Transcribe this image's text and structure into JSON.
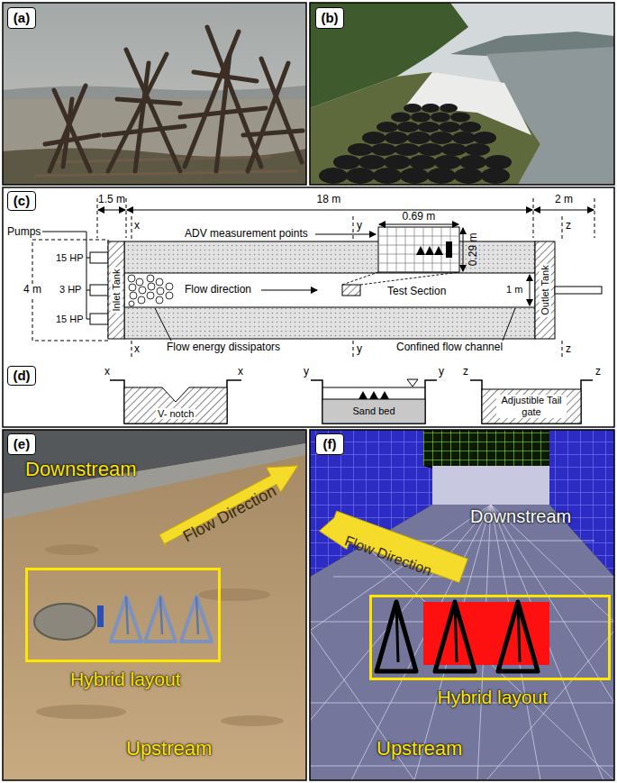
{
  "diagram": {
    "nodes": [
      {
        "text": [
          "(a)"
        ]
      },
      {
        "text": [
          "(b)"
        ]
      },
      {
        "text": [
          "(c)"
        ]
      },
      {
        "text": [
          "Inlet Tank"
        ]
      },
      {
        "text": [
          "Flow direction",
          "Test Section"
        ]
      },
      {
        "text": [
          "Outlet Tank"
        ]
      },
      {
        "text": [
          "(d)"
        ]
      },
      {
        "text": [
          "V- notch"
        ]
      },
      {
        "text": [
          "Sand bed"
        ]
      },
      {
        "text": [
          "Adjustible Tail gate"
        ]
      },
      {
        "text": [
          "(e)"
        ]
      },
      {
        "text": [
          "Hybrid layout"
        ]
      },
      {
        "text": [
          "(f)"
        ]
      },
      {
        "text": [
          "Hybrid layout"
        ]
      }
    ],
    "labels": [
      "1.5 m",
      "18 m",
      "0.69 m",
      "2 m",
      "x",
      "y",
      "z",
      "ADV measurement points",
      "0.29 m",
      "Pumps",
      "4 m",
      "15 HP",
      "3 HP",
      "15 HP",
      "1 m",
      "Flow energy dissipators",
      "Confined flow channel",
      "x",
      "y",
      "z",
      "x",
      "x",
      "y",
      "y",
      "z",
      "z",
      "Downstream",
      "Flow Direction",
      "Upstream",
      "Downstream",
      "Flow Direction",
      "Upstream"
    ]
  }
}
